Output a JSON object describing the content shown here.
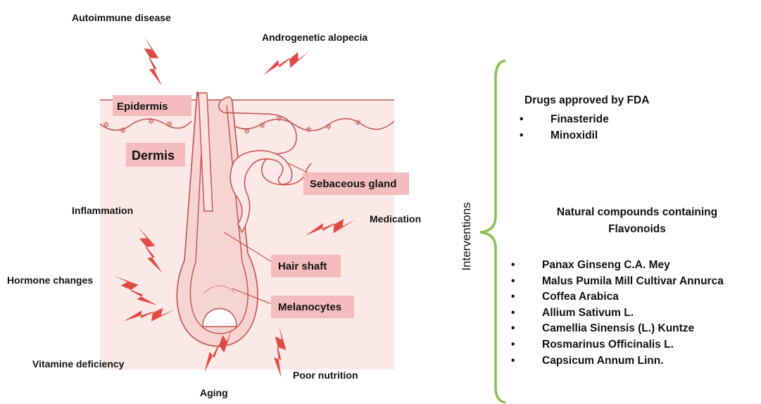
{
  "skin_labels": {
    "epidermis": "Epidermis",
    "dermis": "Dermis",
    "sebaceous_gland": "Sebaceous gland",
    "hair_shaft": "Hair shaft",
    "melanocytes": "Melanocytes"
  },
  "factors": {
    "autoimmune": "Autoimmune disease",
    "androgenetic": "Androgenetic alopecia",
    "inflammation": "Inflammation",
    "medication": "Medication",
    "hormone": "Hormone changes",
    "vitamine": "Vitamine deficiency",
    "aging": "Aging",
    "nutrition": "Poor nutrition"
  },
  "interventions": {
    "label": "Interventions",
    "fda_heading": "Drugs approved by FDA",
    "fda_drugs": [
      "Finasteride",
      "Minoxidil"
    ],
    "natural_heading": "Natural compounds containing Flavonoids",
    "natural_items": [
      "Panax Ginseng C.A. Mey",
      "Malus Pumila Mill Cultivar Annurca",
      "Coffea Arabica",
      "Allium Sativum L.",
      "Camellia Sinensis (L.) Kuntze",
      "Rosmarinus Officinalis L.",
      "Capsicum Annum Linn."
    ],
    "bullet": "•"
  },
  "colors": {
    "line": "#c0504d",
    "tissue_fill": "#fbe9e7",
    "label_box": "#f4bcbc",
    "bolt": "#e04a45",
    "brace": "#8cc152"
  }
}
